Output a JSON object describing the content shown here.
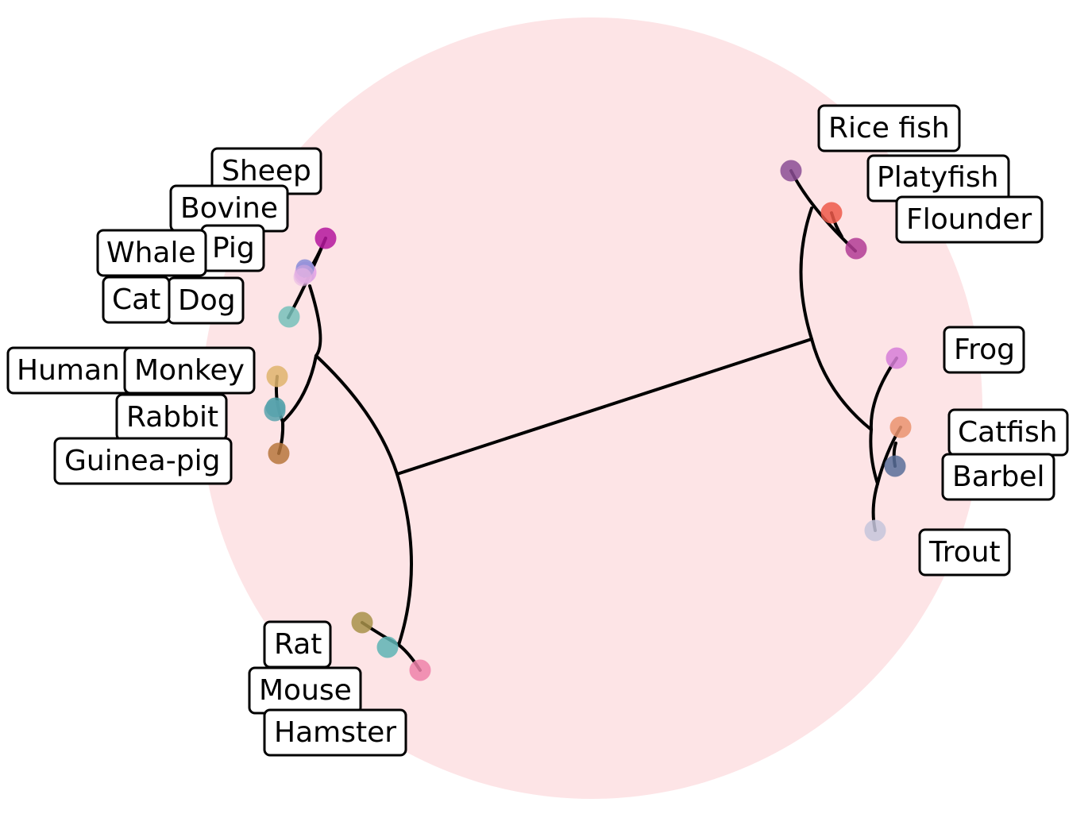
{
  "colors": {
    "disk": "#fde4e6",
    "branch": "#000000",
    "label_border": "#000000",
    "label_fill": "#ffffff"
  },
  "taxa": [
    {
      "id": "sheep",
      "label": "Sheep",
      "color": "#b5179e"
    },
    {
      "id": "bovine",
      "label": "Bovine",
      "color": "#e4a0e8"
    },
    {
      "id": "pig",
      "label": "Pig",
      "color": "#8a8fd8"
    },
    {
      "id": "whale",
      "label": "Whale",
      "color": "#d5a8e0"
    },
    {
      "id": "cat",
      "label": "Cat",
      "color": "#e9b6e4"
    },
    {
      "id": "dog",
      "label": "Dog",
      "color": "#76c1bb"
    },
    {
      "id": "human",
      "label": "Human",
      "color": "#e0b46e"
    },
    {
      "id": "monkey",
      "label": "Monkey",
      "color": "#4a9ea6"
    },
    {
      "id": "rabbit",
      "label": "Rabbit",
      "color": "#5aa4ae"
    },
    {
      "id": "guinea-pig",
      "label": "Guinea-pig",
      "color": "#b8773e"
    },
    {
      "id": "rat",
      "label": "Rat",
      "color": "#a9924a"
    },
    {
      "id": "mouse",
      "label": "Mouse",
      "color": "#5fb5b5"
    },
    {
      "id": "hamster",
      "label": "Hamster",
      "color": "#f083ab"
    },
    {
      "id": "rice-fish",
      "label": "Rice fish",
      "color": "#8c4e96"
    },
    {
      "id": "platyfish",
      "label": "Platyfish",
      "color": "#ee5a4a"
    },
    {
      "id": "flounder",
      "label": "Flounder",
      "color": "#b33d96"
    },
    {
      "id": "frog",
      "label": "Frog",
      "color": "#d77fd9"
    },
    {
      "id": "catfish",
      "label": "Catfish",
      "color": "#eb9470"
    },
    {
      "id": "barbel",
      "label": "Barbel",
      "color": "#5a6f9a"
    },
    {
      "id": "trout",
      "label": "Trout",
      "color": "#c6c6dc"
    }
  ]
}
